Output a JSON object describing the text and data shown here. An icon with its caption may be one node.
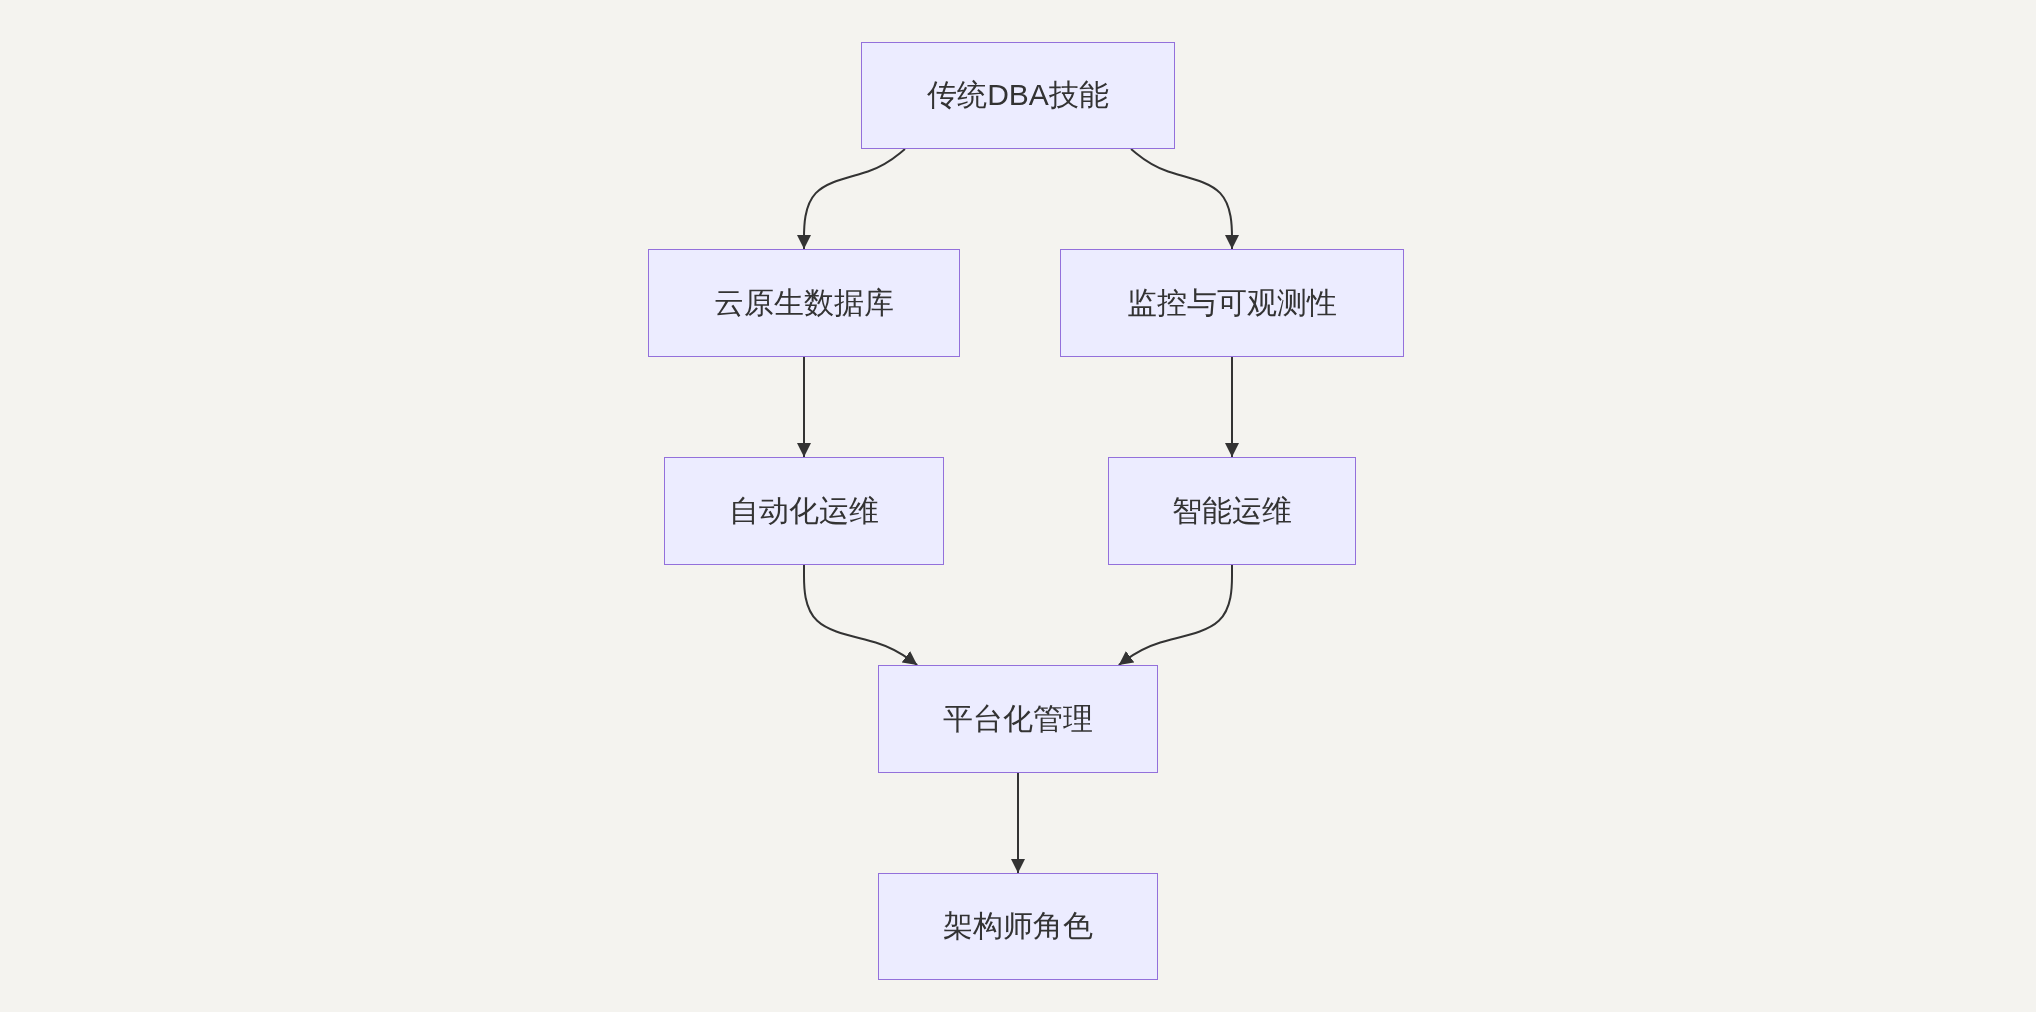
{
  "diagram": {
    "nodes": [
      {
        "text": [
          "传统DBA技能"
        ]
      },
      {
        "text": [
          "云原生数据库"
        ]
      },
      {
        "text": [
          "监控与可观测性"
        ]
      },
      {
        "text": [
          "自动化运维"
        ]
      },
      {
        "text": [
          "智能运维"
        ]
      },
      {
        "text": [
          "平台化管理"
        ]
      },
      {
        "text": [
          "架构师角色"
        ]
      }
    ],
    "edges": [
      {
        "from": 0,
        "to": 1,
        "arrow": "to"
      },
      {
        "from": 0,
        "to": 2,
        "arrow": "to"
      },
      {
        "from": 1,
        "to": 3,
        "arrow": "to"
      },
      {
        "from": 2,
        "to": 4,
        "arrow": "to"
      },
      {
        "from": 3,
        "to": 5,
        "arrow": "to"
      },
      {
        "from": 4,
        "to": 5,
        "arrow": "to"
      },
      {
        "from": 5,
        "to": 6,
        "arrow": "to"
      }
    ]
  }
}
